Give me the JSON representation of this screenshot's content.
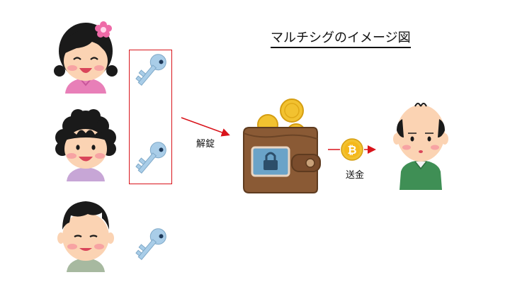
{
  "title": "マルチシグのイメージ図",
  "labels": {
    "unlock": "解錠",
    "send": "送金"
  },
  "colors": {
    "arrow": "#d9141b",
    "key": "#a9cde8",
    "wallet": "#8a5a35",
    "coin": "#f2c230"
  },
  "icons": {
    "signer_1": "girl-with-bow-icon",
    "signer_2": "curly-hair-woman-icon",
    "signer_3": "boy-icon",
    "key": "key-icon",
    "wallet": "locked-wallet-icon",
    "coin": "bitcoin-coin-icon",
    "recipient": "man-recipient-icon"
  }
}
